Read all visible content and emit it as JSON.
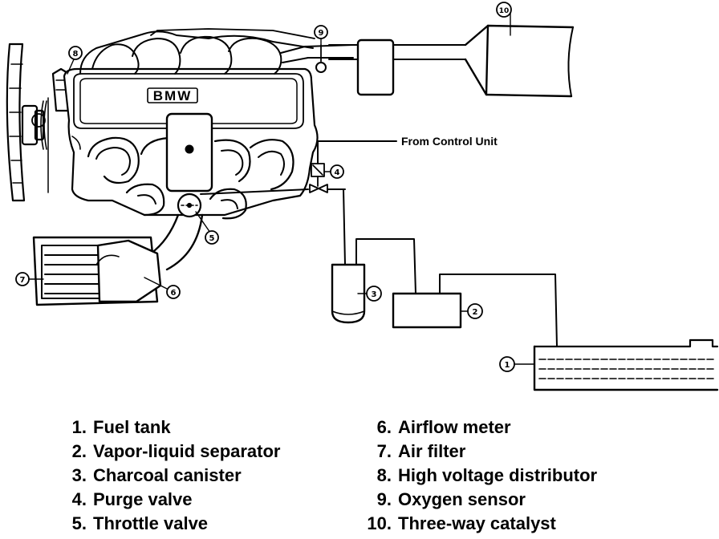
{
  "diagram": {
    "brand": "BMW",
    "from_control_unit": "From Control Unit",
    "callouts": [
      "1",
      "2",
      "3",
      "4",
      "5",
      "6",
      "7",
      "8",
      "9",
      "10"
    ]
  },
  "legend": [
    {
      "num": "1.",
      "label": "Fuel tank"
    },
    {
      "num": "2.",
      "label": "Vapor-liquid separator"
    },
    {
      "num": "3.",
      "label": "Charcoal canister"
    },
    {
      "num": "4.",
      "label": "Purge valve"
    },
    {
      "num": "5.",
      "label": "Throttle valve"
    },
    {
      "num": "6.",
      "label": "Airflow meter"
    },
    {
      "num": "7.",
      "label": "Air filter"
    },
    {
      "num": "8.",
      "label": "High voltage distributor"
    },
    {
      "num": "9.",
      "label": "Oxygen sensor"
    },
    {
      "num": "10.",
      "label": "Three-way catalyst"
    }
  ]
}
